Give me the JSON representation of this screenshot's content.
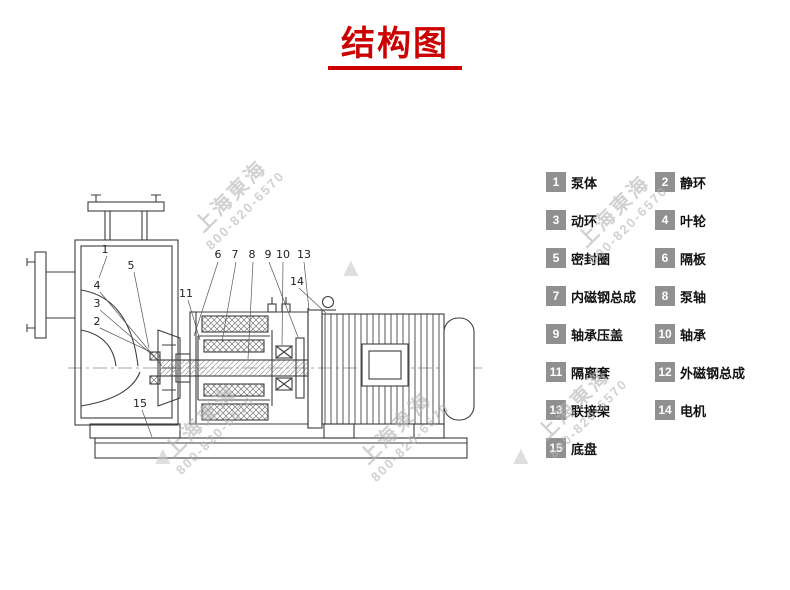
{
  "title": {
    "text": "结构图",
    "accent_color": "#cc0000"
  },
  "watermark": {
    "company": "上海東海",
    "phone": "800-820-6570",
    "logo": "▲"
  },
  "legend": {
    "items": [
      {
        "num": "1",
        "label": "泵体"
      },
      {
        "num": "2",
        "label": "静环"
      },
      {
        "num": "3",
        "label": "动环"
      },
      {
        "num": "4",
        "label": "叶轮"
      },
      {
        "num": "5",
        "label": "密封圈"
      },
      {
        "num": "6",
        "label": "隔板"
      },
      {
        "num": "7",
        "label": "内磁钢总成"
      },
      {
        "num": "8",
        "label": "泵轴"
      },
      {
        "num": "9",
        "label": "轴承压盖"
      },
      {
        "num": "10",
        "label": "轴承"
      },
      {
        "num": "11",
        "label": "隔离套"
      },
      {
        "num": "12",
        "label": "外磁钢总成"
      },
      {
        "num": "13",
        "label": "联接架"
      },
      {
        "num": "14",
        "label": "电机"
      },
      {
        "num": "15",
        "label": "底盘"
      }
    ]
  },
  "diagram": {
    "callouts": [
      "1",
      "5",
      "4",
      "3",
      "2",
      "6",
      "7",
      "8",
      "9",
      "10",
      "13",
      "11",
      "14",
      "15"
    ]
  }
}
